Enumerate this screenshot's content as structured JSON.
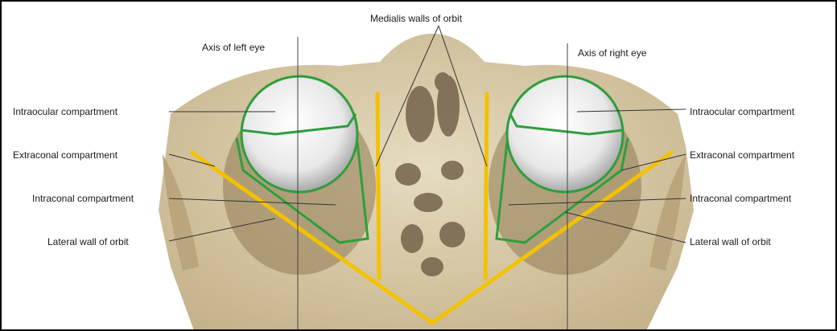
{
  "labels": {
    "medialis": "Medialis walls of orbit",
    "axis_left": "Axis of left eye",
    "axis_right": "Axis of right eye",
    "left_intraocular": "Intraocular compartment",
    "left_extraconal": "Extraconal compartment",
    "left_intraconal": "Intraconal compartment",
    "left_lateral": "Lateral wall of orbit",
    "right_intraocular": "Intraocular compartment",
    "right_extraconal": "Extraconal compartment",
    "right_intraconal": "Intraconal compartment",
    "right_lateral": "Lateral wall of orbit"
  },
  "colors": {
    "axis_lines": "#f2c200",
    "compartment_outline": "#2e9e3e",
    "bone": "#d9c9a0",
    "leader_lines": "#333333"
  }
}
